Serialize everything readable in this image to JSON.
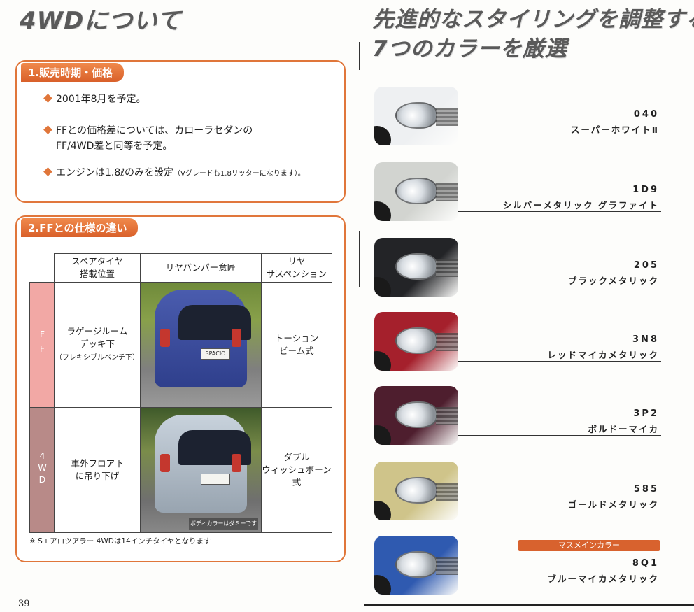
{
  "left": {
    "title": "4WDについて",
    "section1": {
      "label": "1.販売時期・価格",
      "bullets": [
        {
          "text": "2001年8月を予定。",
          "note": ""
        },
        {
          "text": "FFとの価格差については、カローラセダンの",
          "line2": "FF/4WD差と同等を予定。",
          "note": ""
        },
        {
          "text": "エンジンは1.8ℓのみを設定",
          "note": "（Vグレードも1.8リッターになります）。"
        }
      ]
    },
    "section2": {
      "label": "2.FFとの仕様の違い",
      "table": {
        "headers": [
          {
            "line1": "スペアタイヤ",
            "line2": "搭載位置"
          },
          {
            "line1": "リヤバンパー意匠",
            "line2": ""
          },
          {
            "line1": "リヤ",
            "line2": "サスペンション"
          }
        ],
        "rows": [
          {
            "label": "FF",
            "spare_line1": "ラゲージルーム",
            "spare_line2": "デッキ下",
            "spare_line3": "（フレキシブルベンチ下）",
            "plate": "SPACIO",
            "susp_line1": "トーション",
            "susp_line2": "ビーム式"
          },
          {
            "label": "4WD",
            "spare_line1": "車外フロア下",
            "spare_line2": "に吊り下げ",
            "spare_line3": "",
            "plate": "",
            "dummy_note": "ボディカラーはダミーです",
            "susp_line1": "ダブル",
            "susp_line2": "ウィッシュボーン式"
          }
        ]
      },
      "footnote": "※ Sエアロツアラー 4WDは14インチタイヤとなります"
    },
    "page_number": "39"
  },
  "right": {
    "title_line1": "先進的なスタイリングを調整する",
    "title_line2": "7つのカラーを厳選",
    "mass_main_label": "マスメインカラー",
    "colors": [
      {
        "code": "040",
        "name": "スーパーホワイトⅡ",
        "hex": "#eef0f2"
      },
      {
        "code": "1D9",
        "name": "シルバーメタリック グラファイト",
        "hex": "#d2d4d0"
      },
      {
        "code": "205",
        "name": "ブラックメタリック",
        "hex": "#232427"
      },
      {
        "code": "3N8",
        "name": "レッドマイカメタリック",
        "hex": "#a5202c"
      },
      {
        "code": "3P2",
        "name": "ボルドーマイカ",
        "hex": "#4e1e2e"
      },
      {
        "code": "585",
        "name": "ゴールドメタリック",
        "hex": "#cfc48a"
      },
      {
        "code": "8Q1",
        "name": "ブルーマイカメタリック",
        "hex": "#2f5ab0"
      }
    ]
  }
}
